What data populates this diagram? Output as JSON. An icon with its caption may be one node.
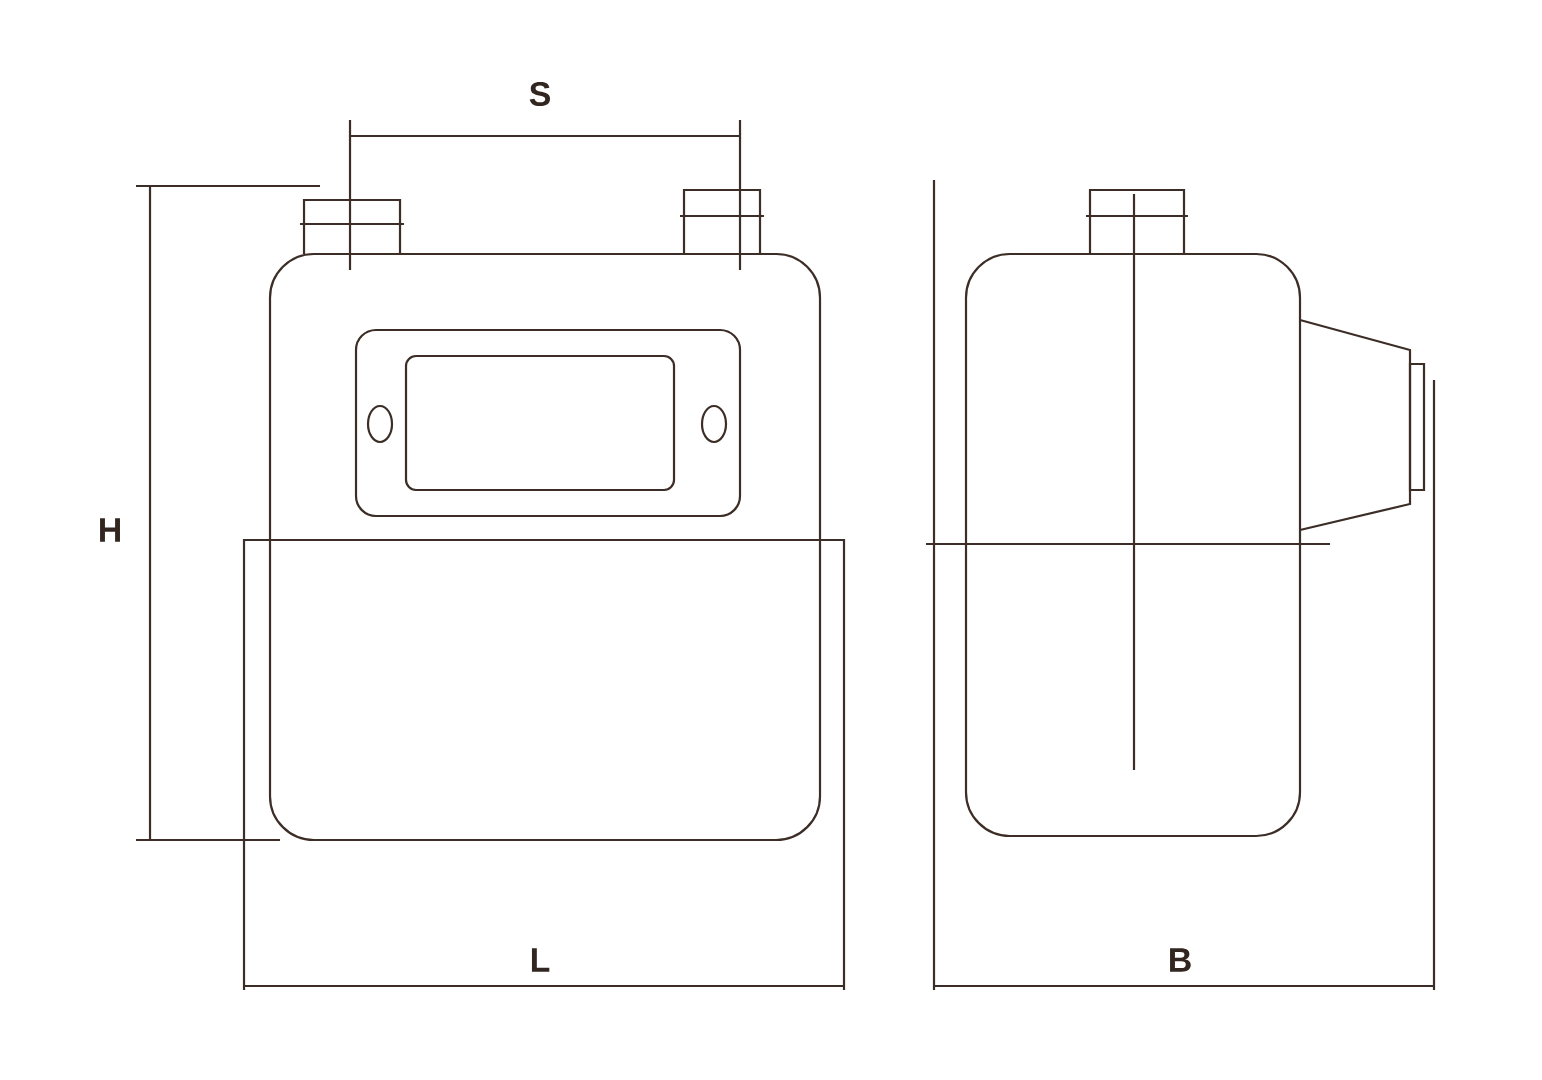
{
  "diagram": {
    "labels": [
      "S",
      "H",
      "L",
      "B"
    ]
  }
}
